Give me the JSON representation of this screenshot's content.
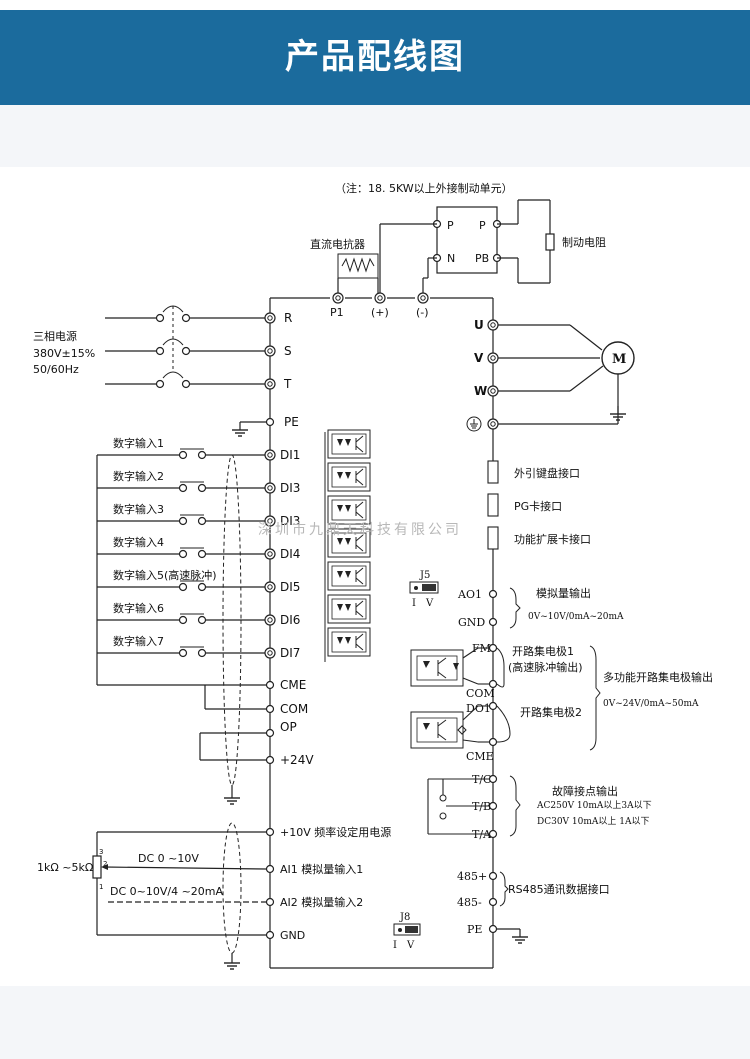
{
  "header": {
    "title": "产品配线图"
  },
  "colors": {
    "header_bg": "#1b6b9d",
    "band_bg": "#f4f6f9",
    "line": "#222222",
    "watermark": "#b8b8b8"
  },
  "notes": {
    "braking_note": "（注：18. 5KW以上外接制动单元）"
  },
  "braking": {
    "reactor_label": "直流电抗器",
    "unit_p_left": "P",
    "unit_n_left": "N",
    "unit_p_right": "P",
    "unit_pb_right": "PB",
    "resistor_label": "制动电阻"
  },
  "dc_terminals": {
    "p1": "P1",
    "plus": "(+)",
    "minus": "(-)"
  },
  "power_input": {
    "label_line1": "三相电源",
    "label_line2": "380V±15%",
    "label_line3": "50/60Hz"
  },
  "left_terminals": {
    "r": "R",
    "s": "S",
    "t": "T",
    "pe": "PE",
    "di1": "DI1",
    "di2": "DI3",
    "di3": "DI3",
    "di4": "DI4",
    "di5": "DI5",
    "di6": "DI6",
    "di7": "DI7",
    "cme": "CME",
    "com": "COM",
    "op": "OP",
    "v24": "+24V"
  },
  "digital_inputs": {
    "in1": "数字输入1",
    "in2": "数字输入2",
    "in3": "数字输入3",
    "in4": "数字输入4",
    "in5": "数字输入5(高速脉冲)",
    "in6": "数字输入6",
    "in7": "数字输入7"
  },
  "analog_inputs": {
    "v10": "+10V  频率设定用电源",
    "ai1": "AI1  模拟量输入1",
    "ai2": "AI2  模拟量输入2",
    "gnd": "GND",
    "pot": "1kΩ ~5kΩ",
    "range1": "DC 0 ~10V",
    "range2": "DC 0~10V/4 ~20mA",
    "pin3": "3",
    "pin2": "2",
    "pin1": "1"
  },
  "motor": {
    "u": "U",
    "v": "V",
    "w": "W",
    "symbol": "M"
  },
  "interfaces": {
    "keyboard": "外引键盘接口",
    "pg": "PG卡接口",
    "ext": "功能扩展卡接口"
  },
  "jumpers": {
    "j5": "J5",
    "j8": "J8",
    "i": "I",
    "v": "V"
  },
  "analog_output": {
    "ao1": "AO1",
    "gnd": "GND",
    "label": "模拟量输出",
    "range": "0V~10V/0mA~20mA"
  },
  "open_collector": {
    "fm": "FM",
    "fm_label1": "开路集电极1",
    "fm_label2": "(高速脉冲输出)",
    "com": "COM",
    "do1": "DO1",
    "do1_label": "开路集电极2",
    "cme": "CME",
    "group_label": "多功能开路集电极输出",
    "group_range": "0V~24V/0mA~50mA"
  },
  "relay": {
    "tc": "T/C",
    "tb": "T/B",
    "ta": "T/A",
    "label": "故障接点输出",
    "spec1": "AC250V  10mA以上3A以下",
    "spec2": "DC30V   10mA以上  1A以下"
  },
  "rs485": {
    "plus": "485+",
    "minus": "485-",
    "label": "RS485通讯数据接口",
    "pe": "PE"
  },
  "watermark": "深圳市九鼎天科技有限公司"
}
